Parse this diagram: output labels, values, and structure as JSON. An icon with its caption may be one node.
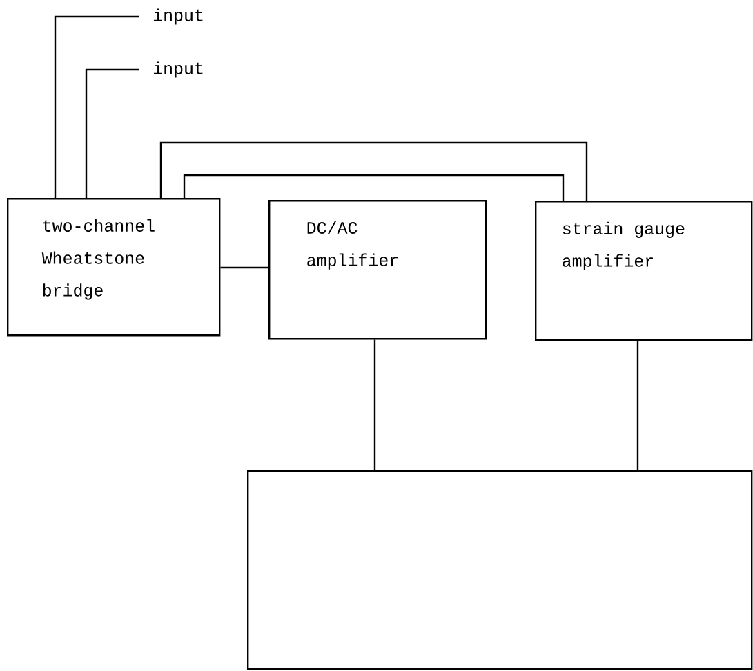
{
  "diagram": {
    "nodes": [
      {
        "text": [
          "input"
        ]
      },
      {
        "text": [
          "input"
        ]
      },
      {
        "text": [
          "two-channel Wheatstone bridge"
        ]
      },
      {
        "text": [
          "DC/AC amplifier"
        ]
      },
      {
        "text": [
          "strain gauge amplifier"
        ]
      },
      {
        "text": [],
        "shape": "box"
      }
    ],
    "edges": [
      {
        "from": 0,
        "to": 2,
        "arrow": "none"
      },
      {
        "from": 1,
        "to": 2,
        "arrow": "none"
      },
      {
        "from": 2,
        "to": 4,
        "arrow": "none"
      },
      {
        "from": 2,
        "to": 4,
        "arrow": "none"
      },
      {
        "from": 2,
        "to": 3,
        "arrow": "none"
      },
      {
        "from": 3,
        "to": 5,
        "arrow": "none"
      },
      {
        "from": 4,
        "to": 5,
        "arrow": "none"
      }
    ]
  }
}
